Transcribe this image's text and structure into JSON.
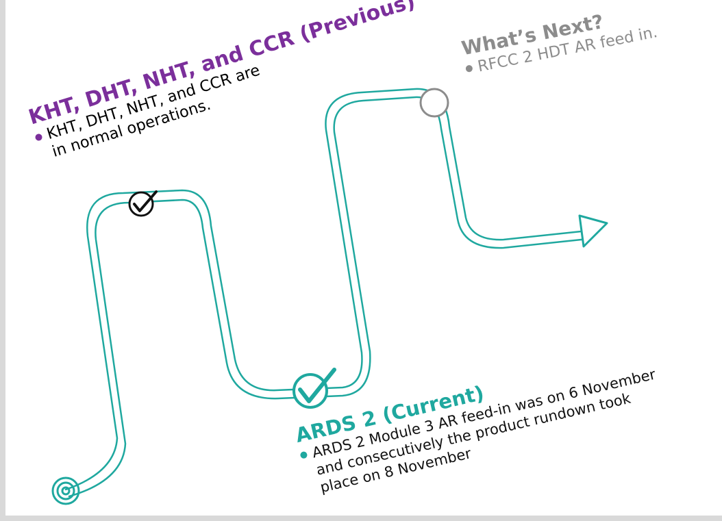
{
  "colors": {
    "teal": "#1fa89f",
    "purple": "#7b2f9b",
    "gray": "#8c8c8c",
    "black": "#111111"
  },
  "milestones": {
    "previous": {
      "heading": "KHT, DHT, NHT, and CCR (Previous)",
      "bullet_lines": [
        "KHT, DHT, NHT, and CCR are",
        "in normal operations."
      ],
      "status_icon": "check-circle-icon"
    },
    "current": {
      "heading": "ARDS 2 (Current)",
      "bullet_lines": [
        "ARDS 2 Module 3 AR feed-in was on 6 November",
        "and consecutively the product rundown took",
        "place on 8 November"
      ],
      "status_icon": "check-circle-icon"
    },
    "next": {
      "heading": "What’s Next?",
      "bullet_lines": [
        "RFCC 2 HDT AR feed in."
      ],
      "status_icon": "empty-circle-icon"
    }
  },
  "icons": {
    "start": "target-icon",
    "end": "arrow-head-icon"
  }
}
